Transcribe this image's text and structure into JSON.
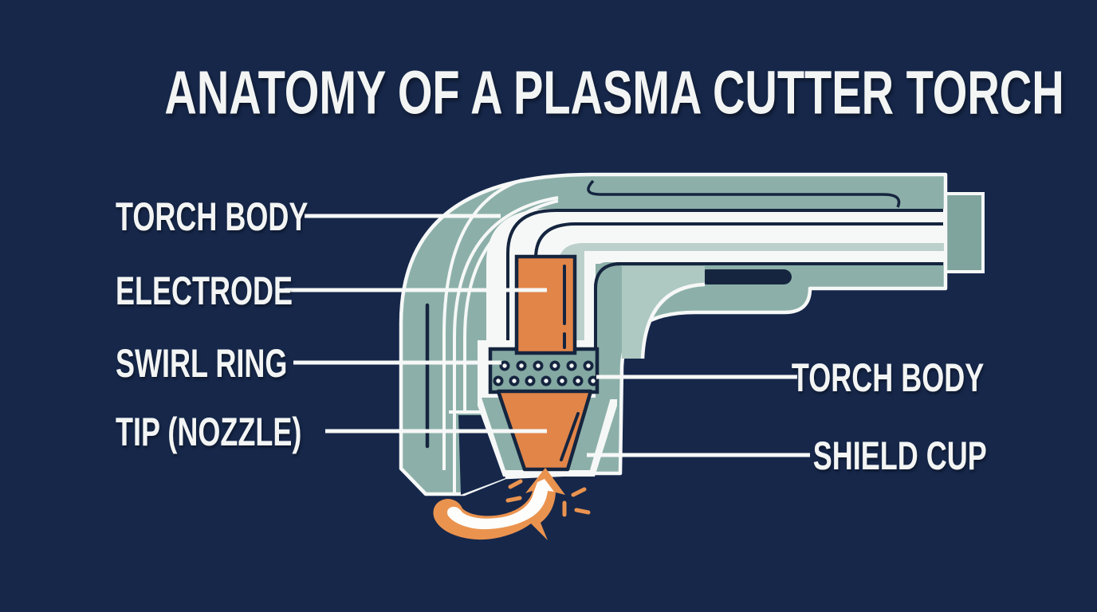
{
  "title": "ANATOMY OF A PLASMA CUTTER TORCH",
  "diagram": {
    "subject": "plasma cutter torch cutaway",
    "labels_left": [
      {
        "text": "TORCH BODY"
      },
      {
        "text": "ELECTRODE"
      },
      {
        "text": "SWIRL RING"
      },
      {
        "text": "TIP (NOZZLE)"
      }
    ],
    "labels_right": [
      {
        "text": "TORCH BODY"
      },
      {
        "text": "SHIELD CUP"
      }
    ],
    "colors": {
      "bg": "#16274a",
      "label": "#f3f5f4",
      "teal": "#8cb0a9",
      "tealdark": "#7fa49d",
      "ring": "#84a8a2",
      "pale": "#aec8c2",
      "palestripe": "#bcd0cb",
      "white": "#f6f8f7",
      "navy": "#15253f",
      "orange": "#e28549",
      "flame": "#ea934f"
    }
  }
}
